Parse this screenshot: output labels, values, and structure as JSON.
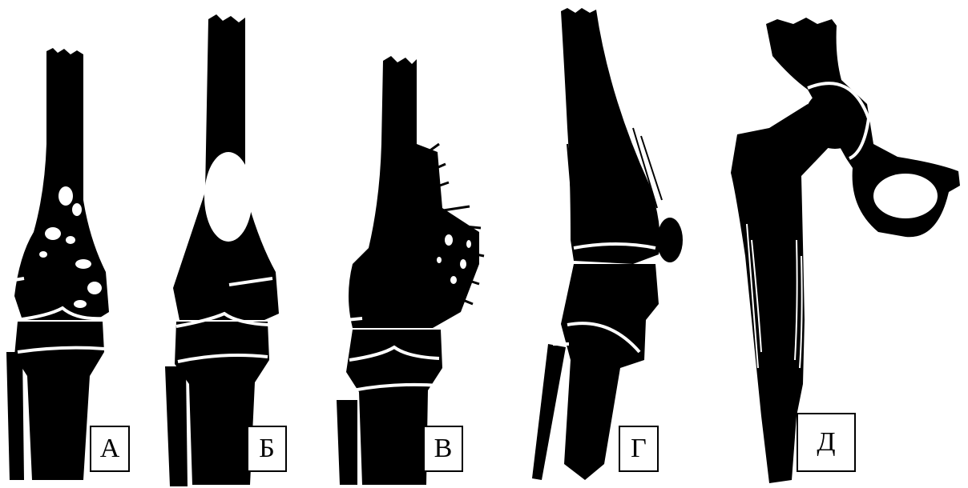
{
  "figure": {
    "labels": [
      "А",
      "Б",
      "В",
      "Г",
      "Д"
    ],
    "colors": {
      "bone": "#000000",
      "background": "#ffffff",
      "lesion": "#ffffff"
    }
  }
}
